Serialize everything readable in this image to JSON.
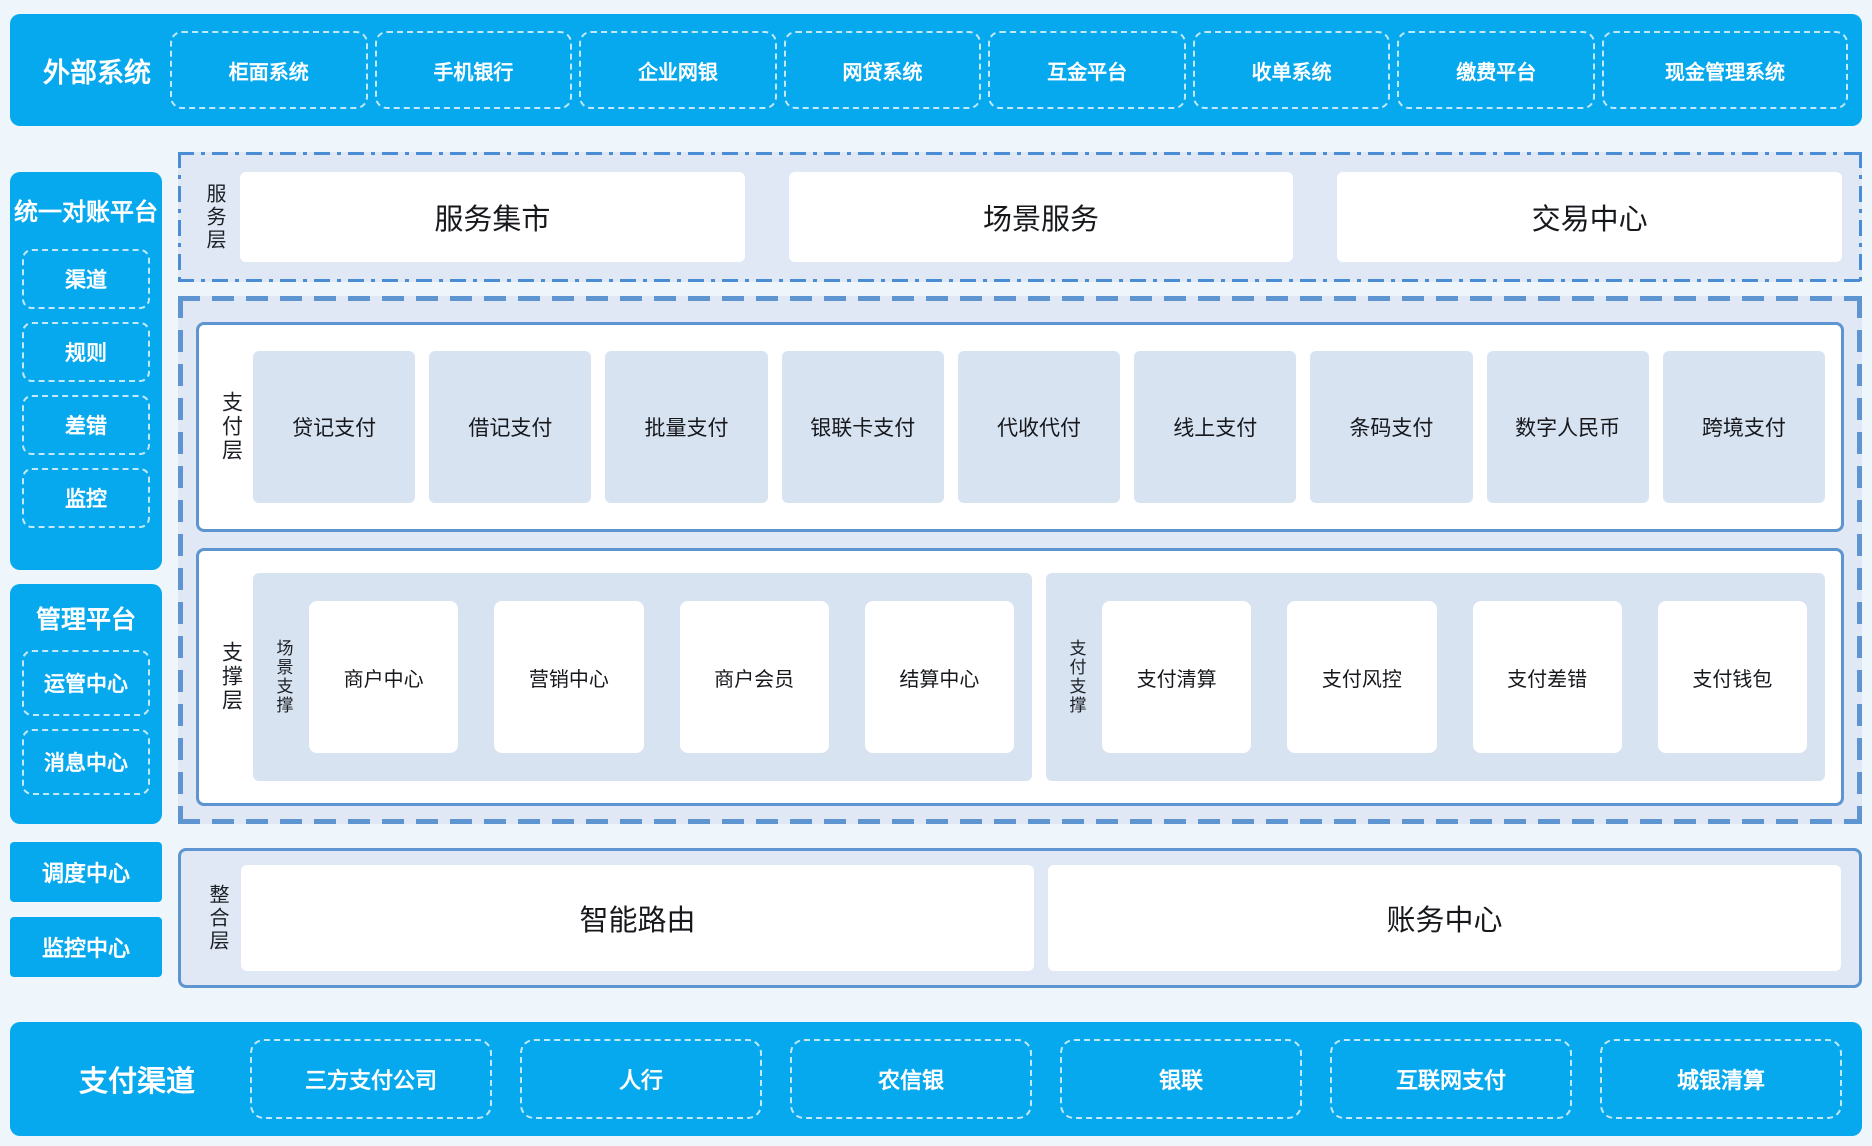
{
  "colors": {
    "brand_blue": "#07a9ee",
    "page_bg": "#eef5fb",
    "panel_bg": "#dfe8f4",
    "panel_border": "#5e95d0",
    "dashdot": "#4a8dd4",
    "item_bg": "#d8e3f2"
  },
  "top_bar": {
    "title": "外部系统",
    "items": [
      "柜面系统",
      "手机银行",
      "企业网银",
      "网贷系统",
      "互金平台",
      "收单系统",
      "缴费平台",
      "现金管理系统"
    ]
  },
  "left": {
    "panels": [
      {
        "title": "统一对账平台",
        "items": [
          "渠道",
          "规则",
          "差错",
          "监控"
        ]
      },
      {
        "title": "管理平台",
        "items": [
          "运管中心",
          "消息中心"
        ]
      }
    ],
    "solo": [
      "调度中心",
      "监控中心"
    ]
  },
  "service_layer": {
    "label": "服务层",
    "items": [
      "服务集市",
      "场景服务",
      "交易中心"
    ]
  },
  "payment_layer": {
    "label": "支付层",
    "items": [
      "贷记支付",
      "借记支付",
      "批量支付",
      "银联卡支付",
      "代收代付",
      "线上支付",
      "条码支付",
      "数字人民币",
      "跨境支付"
    ]
  },
  "support_layer": {
    "label": "支撑层",
    "groups": [
      {
        "label": "场景支撑",
        "items": [
          "商户中心",
          "营销中心",
          "商户会员",
          "结算中心"
        ]
      },
      {
        "label": "支付支撑",
        "items": [
          "支付清算",
          "支付风控",
          "支付差错",
          "支付钱包"
        ]
      }
    ]
  },
  "integration_layer": {
    "label": "整合层",
    "items": [
      "智能路由",
      "账务中心"
    ]
  },
  "bottom_bar": {
    "title": "支付渠道",
    "items": [
      "三方支付公司",
      "人行",
      "农信银",
      "银联",
      "互联网支付",
      "城银清算"
    ]
  }
}
